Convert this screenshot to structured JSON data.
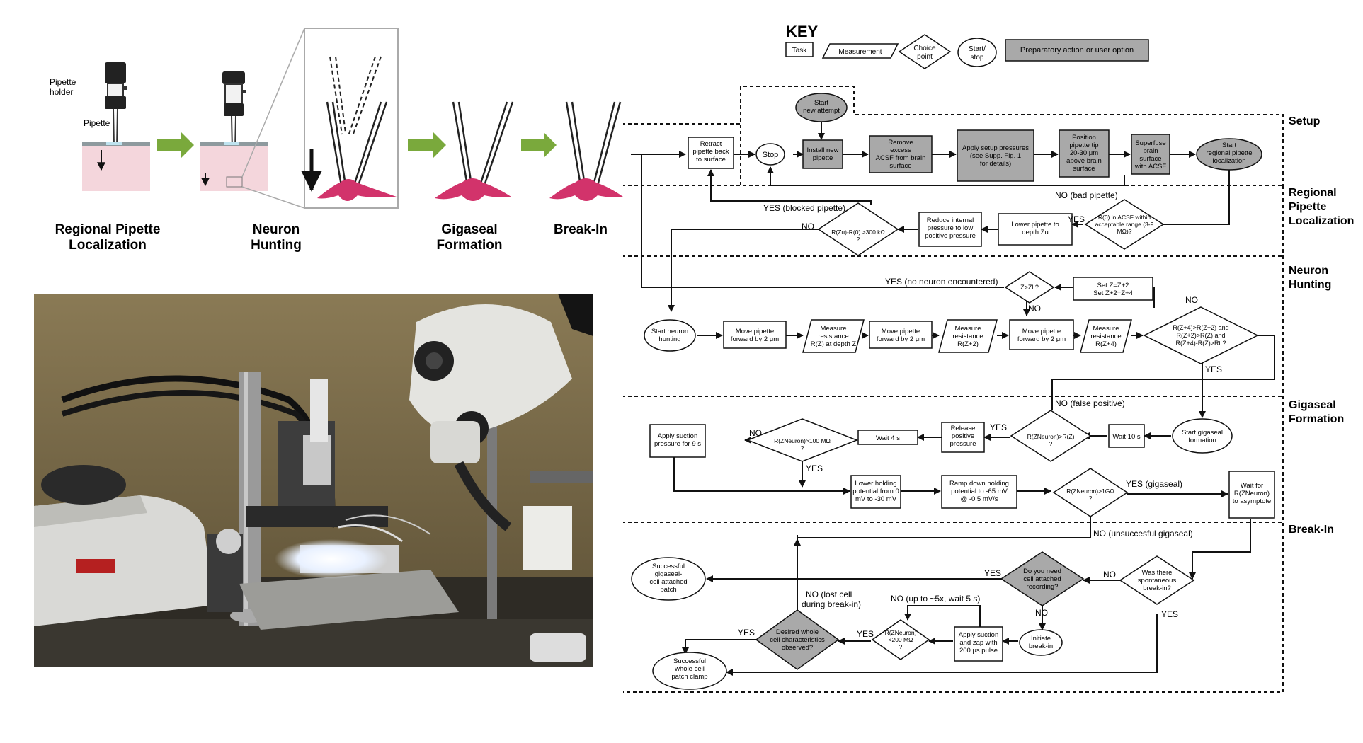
{
  "stages": {
    "pipette_holder": "Pipette\nholder",
    "pipette": "Pipette",
    "regional": "Regional Pipette\nLocalization",
    "hunting": "Neuron\nHunting",
    "gigaseal": "Gigaseal\nFormation",
    "breakin": "Break-In"
  },
  "colors": {
    "arrow_green": "#7aa93c",
    "tissue": "#f4d6dc",
    "neuron": "#d2336b",
    "gray_box": "#a9a9a9",
    "line": "#111111"
  },
  "key": {
    "title": "KEY",
    "task": "Task",
    "measurement": "Measurement",
    "choice": "Choice\npoint",
    "startstop": "Start/\nstop",
    "prep": "Preparatory action or user option"
  },
  "sections": {
    "setup": "Setup",
    "regional": "Regional\nPipette\nLocalization",
    "hunting": "Neuron\nHunting",
    "gigaseal": "Gigaseal\nFormation",
    "breakin": "Break-In"
  },
  "nodes": {
    "start_new_attempt": "Start\nnew attempt",
    "install_pipette": "Install new\npipette",
    "remove_acsf": "Remove\nexcess\nACSF from brain\nsurface",
    "apply_setup": "Apply setup pressures\n(see Supp. Fig. 1\nfor details)",
    "position_tip": "Position\npipette tip\n20-30 μm\nabove brain\nsurface",
    "superfuse": "Superfuse\nbrain\nsurface\nwith ACSF",
    "start_regional": "Start\nregional pipette\nlocalization",
    "retract": "Retract\npipette back\nto surface",
    "stop": "Stop",
    "r0_check": "R(0) in ACSF within\nacceptable range (3-9\nMΩ)?",
    "lower_zu": "Lower pipette to\ndepth Zu",
    "reduce_pressure": "Reduce internal\npressure to low\npositive pressure",
    "rzu_check": "R(Zu)-R(0) >300 kΩ\n?",
    "set_z": "Set Z=Z+2\nSet Z+2=Z+4",
    "z_check": "Z>Zl ?",
    "start_hunting": "Start neuron\nhunting",
    "move1": "Move pipette\nforward by 2 μm",
    "measure1": "Measure\nresistance\nR(Z) at depth Z",
    "move2": "Move pipette\nforward by 2 μm",
    "measure2": "Measure\nresistance\nR(Z+2)",
    "move3": "Move pipette\nforward by 2 μm",
    "measure3": "Measure\nresistance\nR(Z+4)",
    "rt_check": "R(Z+4)>R(Z+2) and\nR(Z+2)>R(Z) and\nR(Z+4)-R(Z)>Rt ?",
    "start_gigaseal": "Start gigaseal\nformation",
    "wait10": "Wait 10 s",
    "rneuron_check": "R(ZNeuron)>R(Z)\n?",
    "release": "Release\npositive\npressure",
    "wait4": "Wait 4 s",
    "r100_check": "R(ZNeuron)>100 MΩ\n?",
    "suction9": "Apply suction\npressure for 9 s",
    "lower_hold": "Lower holding\npotential from 0\nmV to -30 mV",
    "ramp": "Ramp down holding\npotential to -65 mV\n@ -0.5 mV/s",
    "r1g_check": "R(ZNeuron)>1GΩ\n?",
    "wait_asym": "Wait for\nR(ZNeuron)\nto asymptote",
    "spont_check": "Was there\nspontaneous\nbreak-in?",
    "need_attached": "Do you need\ncell attached\nrecording?",
    "success_attached": "Successful\ngigaseal-\ncell attached\npatch",
    "initiate": "Initiate\nbreak-in",
    "zap": "Apply suction\nand zap with\n200 μs pulse",
    "r200_check": "R(ZNeuron)\n<200 MΩ\n?",
    "desired_check": "Desired whole\ncell characteristics\nobserved?",
    "success_whole": "Successful\nwhole cell\npatch clamp"
  },
  "labels": {
    "no_bad_pipette": "NO (bad pipette)",
    "yes_blocked": "YES (blocked pipette)",
    "no": "NO",
    "yes": "YES",
    "yes_no_neuron": "YES (no neuron encountered)",
    "no_false_positive": "NO (false positive)",
    "yes_gigaseal": "YES (gigaseal)",
    "no_unsuccessful": "NO (unsuccesful gigaseal)",
    "no_lost_cell": "NO (lost cell\nduring break-in)",
    "no_up_to": "NO (up to ~5x, wait 5 s)"
  }
}
